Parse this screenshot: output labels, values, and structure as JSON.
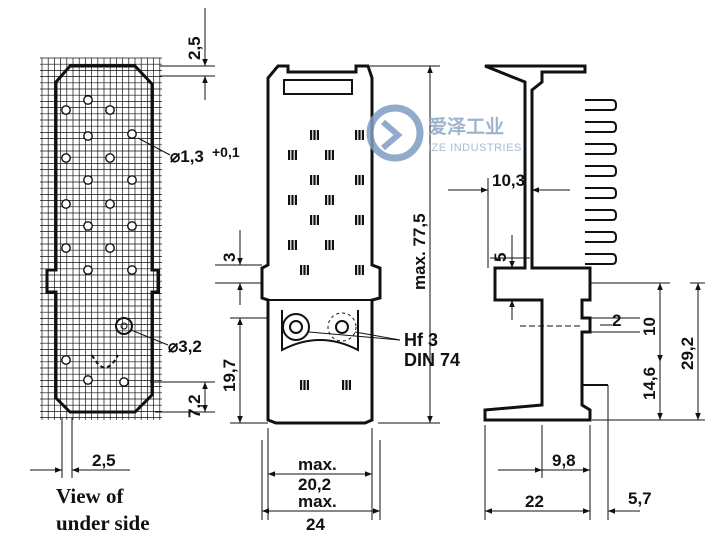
{
  "view_of_under_side": {
    "dim_top": "2,5",
    "dim_hole_small": "⌀1,3",
    "dim_hole_small_tol": "+0,1",
    "dim_hole_large": "⌀3,2",
    "dim_side": "7,2",
    "dim_bottom": "2,5",
    "caption_line1": "View of",
    "caption_line2": "under side"
  },
  "front_view": {
    "dim_height": "max. 77,5",
    "dim_step": "3",
    "dim_lower": "19,7",
    "label_hf3": "Hf 3",
    "label_din": "DIN 74",
    "dim_width_inner_a": "max.",
    "dim_width_inner_b": "20,2",
    "dim_width_outer_a": "max.",
    "dim_width_outer_b": "24"
  },
  "side_view": {
    "dim_top": "10,3",
    "dim_step": "5",
    "dim_pin": "2",
    "dim_mid": "10",
    "dim_lower": "14,6",
    "dim_total": "29,2",
    "dim_bottom_a": "9,8",
    "dim_bottom_b": "22",
    "dim_bottom_c": "5,7"
  },
  "watermark": {
    "name_cn": "爱泽工业",
    "name_en": "IZE INDUSTRIES",
    "logo_color": "#7f9cc4"
  }
}
